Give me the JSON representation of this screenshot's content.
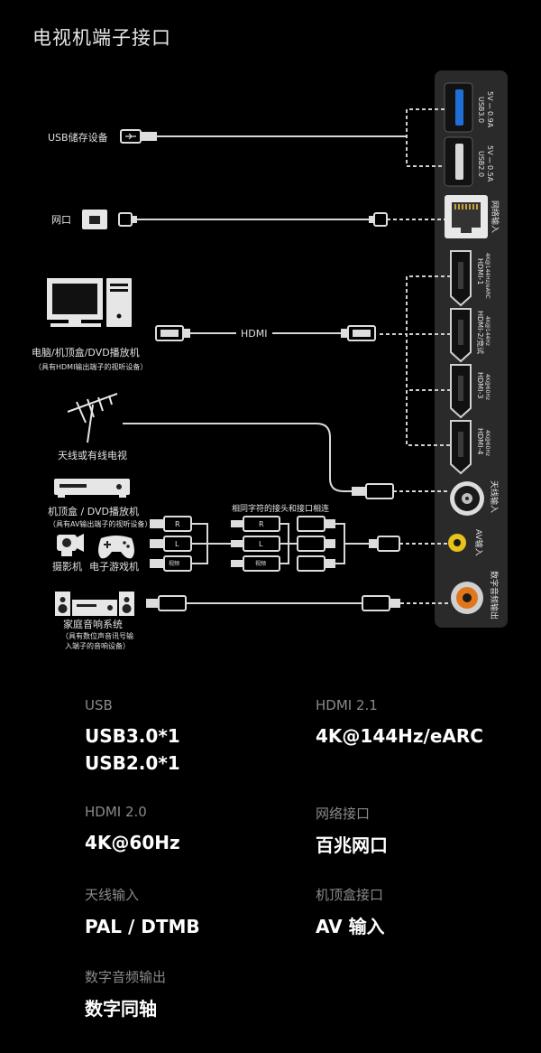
{
  "title": "电视机端子接口",
  "panel": {
    "usb30_a": "USB3.0",
    "usb30_b": "5V ⎓ 0.9A",
    "usb20_a": "USB2.0",
    "usb20_b": "5V ⎓ 0.5A",
    "net": "网络输入",
    "hdmi1_a": "HDMI-1",
    "hdmi1_b": "4K@144Hz/eARC",
    "hdmi2_a": "HDMI-2/竞试",
    "hdmi2_b": "4K@144Hz",
    "hdmi3_a": "HDMI-3",
    "hdmi3_b": "4K@60Hz",
    "hdmi4_a": "HDMI-4",
    "hdmi4_b": "4K@60Hz",
    "antenna": "天线输入",
    "av": "AV输入",
    "coax": "数字音频输出"
  },
  "devices": {
    "usb_storage": "USB储存设备",
    "network": "网口",
    "pc": "电脑/机顶盒/DVD播放机",
    "pc_note": "（具有HDMI输出端子的视听设备）",
    "hdmi_cable": "HDMI",
    "antenna": "天线或有线电视",
    "dvd": "机顶盒 / DVD播放机",
    "dvd_note": "（具有AV输出端子的视听设备）",
    "camera": "摄影机",
    "game": "电子游戏机",
    "av_note": "相同字符的接头和接口相连",
    "plug_r": "R",
    "plug_l": "L",
    "plug_v": "视频",
    "home_audio": "家庭音响系统",
    "home_audio_note1": "（具有数位声音讯号输",
    "home_audio_note2": "入端子的音响设备）"
  },
  "specs": [
    {
      "label": "USB",
      "value1": "USB3.0*1",
      "value2": "USB2.0*1"
    },
    {
      "label": "HDMI 2.1",
      "value1": "4K@144Hz/eARC",
      "value2": ""
    },
    {
      "label": "HDMI 2.0",
      "value1": "4K@60Hz",
      "value2": ""
    },
    {
      "label": "网络接口",
      "value1": "百兆网口",
      "value2": ""
    },
    {
      "label": "天线输入",
      "value1": "PAL / DTMB",
      "value2": ""
    },
    {
      "label": "机顶盒接口",
      "value1": "AV 输入",
      "value2": ""
    },
    {
      "label": "数字音频输出",
      "value1": "数字同轴",
      "value2": ""
    }
  ],
  "colors": {
    "background": "#000000",
    "panel": "#2a2a2a",
    "usb3_blue": "#1f6fd6",
    "av_yellow": "#e8c21a",
    "coax_orange": "#e2761b"
  }
}
